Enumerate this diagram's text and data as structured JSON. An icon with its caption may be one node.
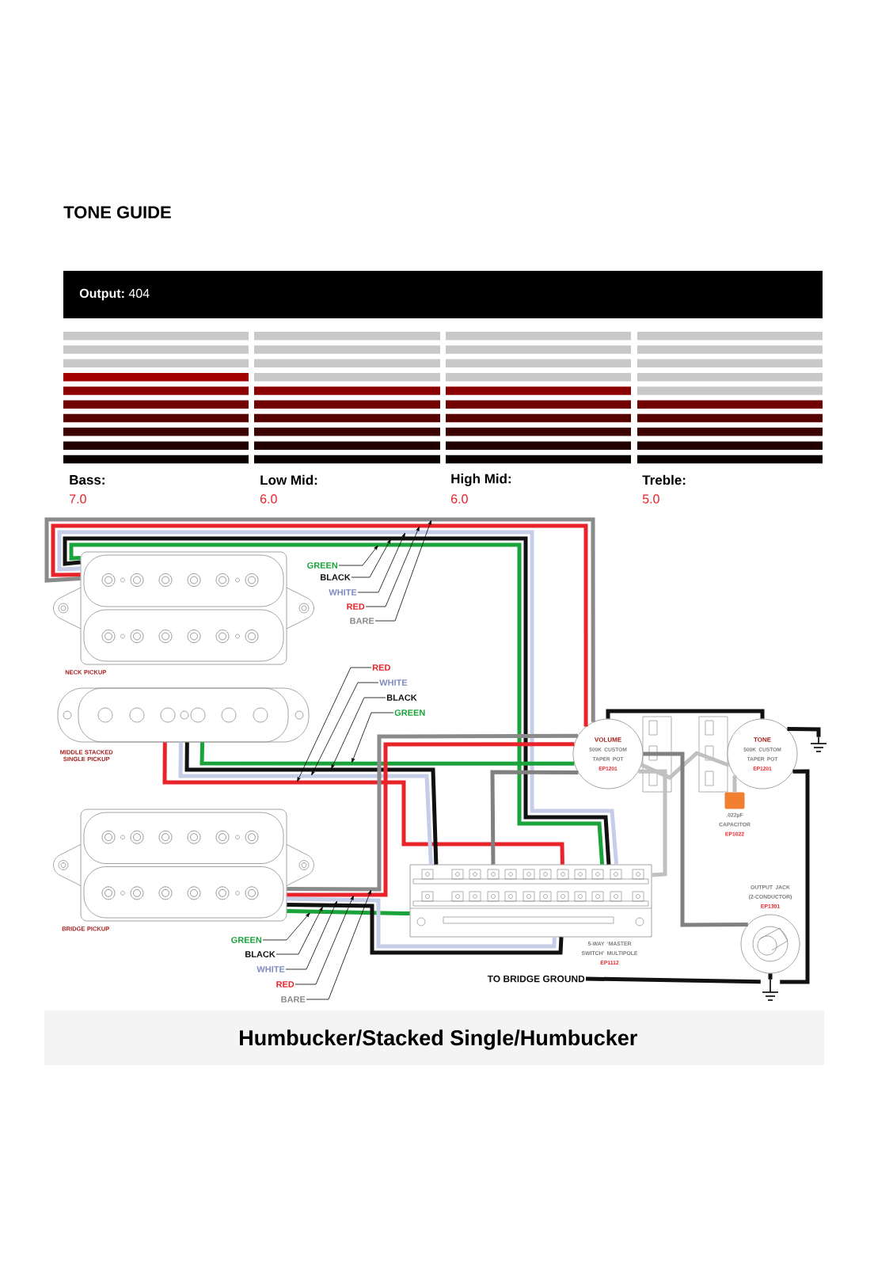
{
  "diagram": {
    "title": "TONE GUIDE",
    "caption": "Humbucker/Stacked Single/Humbucker",
    "nodes": [
      {
        "text": [
          "NECK PICKUP"
        ]
      },
      {
        "text": [
          "MIDDLE STACKED SINGLE PICKUP"
        ]
      },
      {
        "text": [
          "BRIDGE PICKUP"
        ]
      },
      {
        "text": [
          "VOLUME",
          "500K CUSTOM TAPER POT",
          "EP1201"
        ]
      },
      {
        "text": [
          "TONE",
          "500K CUSTOM TAPER POT",
          "EP1201"
        ]
      },
      {
        "text": [
          ".022µF CAPACITOR",
          "EP1022"
        ]
      },
      {
        "text": [
          "5-WAY ‘MASTER SWITCH’ MULTIPOLE",
          "EP1112"
        ]
      },
      {
        "text": [
          "OUTPUT JACK (2-CONDUCTOR)",
          "EP1301"
        ]
      },
      {
        "text": [],
        "shape": "ground"
      },
      {
        "text": [],
        "shape": "ground"
      },
      {
        "text": [
          "TO BRIDGE GROUND"
        ]
      },
      {
        "text": [
          "GREEN"
        ]
      },
      {
        "text": [
          "BLACK"
        ]
      },
      {
        "text": [
          "WHITE"
        ]
      },
      {
        "text": [
          "RED"
        ]
      },
      {
        "text": [
          "BARE"
        ]
      },
      {
        "text": [
          "RED"
        ]
      },
      {
        "text": [
          "WHITE"
        ]
      },
      {
        "text": [
          "BLACK"
        ]
      },
      {
        "text": [
          "GREEN"
        ]
      },
      {
        "text": [
          "GREEN"
        ]
      },
      {
        "text": [
          "BLACK"
        ]
      },
      {
        "text": [
          "WHITE"
        ]
      },
      {
        "text": [
          "RED"
        ]
      },
      {
        "text": [
          "BARE"
        ]
      }
    ],
    "edges": [
      {
        "from": 0,
        "to": 3,
        "arrow": "none",
        "color": "#e8232a"
      },
      {
        "from": 0,
        "to": 3,
        "arrow": "none",
        "color": "#8a8a8a"
      },
      {
        "from": 0,
        "to": 6,
        "arrow": "none",
        "color": "#1aa33a"
      },
      {
        "from": 0,
        "to": 6,
        "arrow": "none",
        "color": "#111111"
      },
      {
        "from": 0,
        "to": 6,
        "arrow": "none",
        "color": "#c5cde8"
      },
      {
        "from": 1,
        "to": 6,
        "arrow": "none",
        "color": "#e8232a"
      },
      {
        "from": 1,
        "to": 6,
        "arrow": "none",
        "color": "#c5cde8"
      },
      {
        "from": 1,
        "to": 6,
        "arrow": "none",
        "color": "#111111"
      },
      {
        "from": 1,
        "to": 3,
        "arrow": "none",
        "color": "#1aa33a"
      },
      {
        "from": 2,
        "to": 3,
        "arrow": "none",
        "color": "#e8232a"
      },
      {
        "from": 2,
        "to": 3,
        "arrow": "none",
        "color": "#8a8a8a"
      },
      {
        "from": 2,
        "to": 6,
        "arrow": "none",
        "color": "#1aa33a"
      },
      {
        "from": 2,
        "to": 6,
        "arrow": "none",
        "color": "#111111"
      },
      {
        "from": 2,
        "to": 6,
        "arrow": "none",
        "color": "#c5cde8"
      },
      {
        "from": 3,
        "to": 4,
        "arrow": "none",
        "color": "#111111"
      },
      {
        "from": 3,
        "to": 4,
        "arrow": "none",
        "color": "#c0c0c0"
      },
      {
        "from": 4,
        "to": 5,
        "arrow": "none",
        "color": "#c0c0c0"
      },
      {
        "from": 4,
        "to": 8,
        "arrow": "none",
        "color": "#111111"
      },
      {
        "from": 4,
        "to": 9,
        "arrow": "none",
        "color": "#111111"
      },
      {
        "from": 3,
        "to": 7,
        "arrow": "none",
        "color": "#808080"
      },
      {
        "from": 3,
        "to": 6,
        "arrow": "none",
        "color": "#c0c0c0"
      },
      {
        "from": 6,
        "to": 3,
        "arrow": "none",
        "color": "#808080"
      },
      {
        "from": 7,
        "to": 9,
        "arrow": "none",
        "color": "#111111"
      },
      {
        "from": 10,
        "to": 9,
        "arrow": "none",
        "color": "#111111"
      },
      {
        "from": 11,
        "to": null,
        "arrow": "to"
      },
      {
        "from": 12,
        "to": null,
        "arrow": "to"
      },
      {
        "from": 13,
        "to": null,
        "arrow": "to"
      },
      {
        "from": 14,
        "to": null,
        "arrow": "to"
      },
      {
        "from": 15,
        "to": null,
        "arrow": "to"
      },
      {
        "from": 16,
        "to": null,
        "arrow": "to"
      },
      {
        "from": 17,
        "to": null,
        "arrow": "to"
      },
      {
        "from": 18,
        "to": null,
        "arrow": "to"
      },
      {
        "from": 19,
        "to": null,
        "arrow": "to"
      },
      {
        "from": 20,
        "to": null,
        "arrow": "to"
      },
      {
        "from": 21,
        "to": null,
        "arrow": "to"
      },
      {
        "from": 22,
        "to": null,
        "arrow": "to"
      },
      {
        "from": 23,
        "to": null,
        "arrow": "to"
      },
      {
        "from": 24,
        "to": null,
        "arrow": "to"
      }
    ],
    "labels": [
      "Output:",
      "404",
      "Bass:",
      "7.0",
      "Low Mid:",
      "6.0",
      "High Mid:",
      "6.0",
      "Treble:",
      "5.0"
    ]
  }
}
